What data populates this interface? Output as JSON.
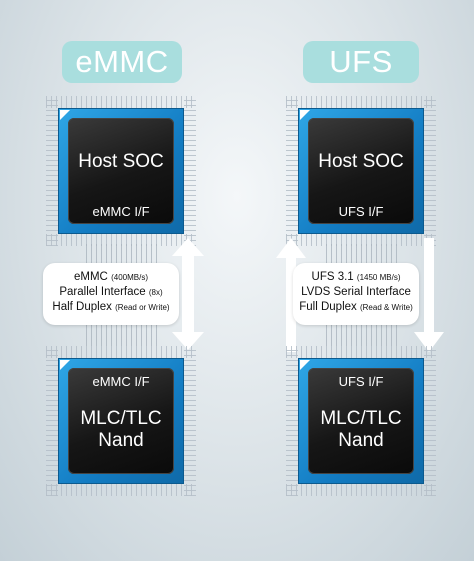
{
  "left": {
    "title": "eMMC",
    "host_chip": {
      "name": "Host SOC",
      "interface": "eMMC I/F"
    },
    "nand_chip": {
      "interface": "eMMC I/F",
      "name_line1": "MLC/TLC",
      "name_line2": "Nand"
    },
    "link": {
      "line1_main": "eMMC",
      "line1_detail": "(400MB/s)",
      "line2_main": "Parallel Interface",
      "line2_detail": "(8x)",
      "line3_main": "Half Duplex",
      "line3_detail": "(Read or Write)"
    }
  },
  "right": {
    "title": "UFS",
    "host_chip": {
      "name": "Host SOC",
      "interface": "UFS I/F"
    },
    "nand_chip": {
      "interface": "UFS I/F",
      "name_line1": "MLC/TLC",
      "name_line2": "Nand"
    },
    "link": {
      "line1_main": "UFS 3.1",
      "line1_detail": "(1450 MB/s)",
      "line2_main": "LVDS Serial Interface",
      "line2_detail": "",
      "line3_main": "Full Duplex",
      "line3_detail": "(Read & Write)"
    }
  },
  "colors": {
    "title_pill": "#a9dede",
    "chip_substrate": "#1e8fd6",
    "chip_die": "#1a1a1a",
    "background": "#dfe6ea"
  }
}
